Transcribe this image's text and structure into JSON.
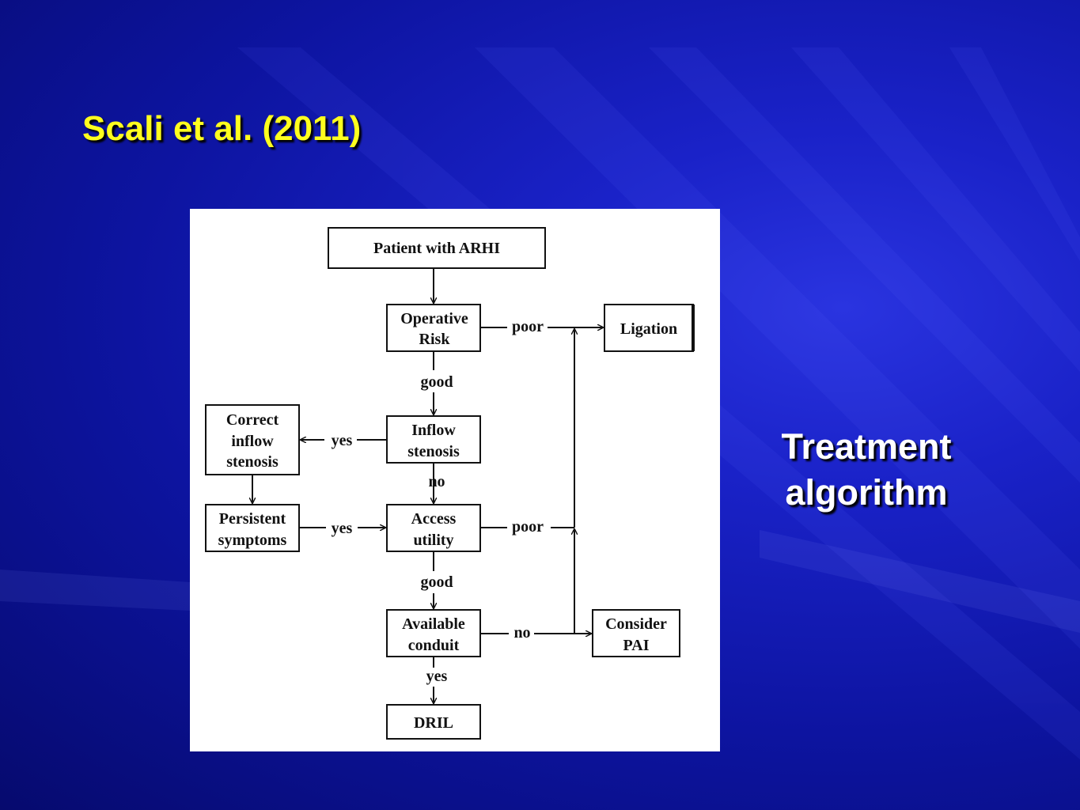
{
  "slide": {
    "title": "Scali et al. (2011)",
    "side_text": [
      "Treatment",
      "algorithm"
    ]
  },
  "flowchart": {
    "nodes": {
      "patient": [
        "Patient with ARHI"
      ],
      "operative_risk": [
        "Operative",
        "Risk"
      ],
      "ligation": [
        "Ligation"
      ],
      "inflow_stenosis": [
        "Inflow",
        "stenosis"
      ],
      "correct_inflow": [
        "Correct",
        "inflow",
        "stenosis"
      ],
      "persistent": [
        "Persistent",
        "symptoms"
      ],
      "access_utility": [
        "Access",
        "utility"
      ],
      "available_conduit": [
        "Available",
        "conduit"
      ],
      "consider_pai": [
        "Consider",
        "PAI"
      ],
      "dril": [
        "DRIL"
      ]
    },
    "edge_labels": {
      "risk_poor": "poor",
      "risk_good": "good",
      "inflow_yes": "yes",
      "inflow_no": "no",
      "persistent_yes": "yes",
      "access_poor": "poor",
      "access_good": "good",
      "conduit_no": "no",
      "conduit_yes": "yes"
    }
  },
  "colors": {
    "title": "#ffff1e",
    "side_text": "#ffffff",
    "background": "#0d14a0"
  }
}
